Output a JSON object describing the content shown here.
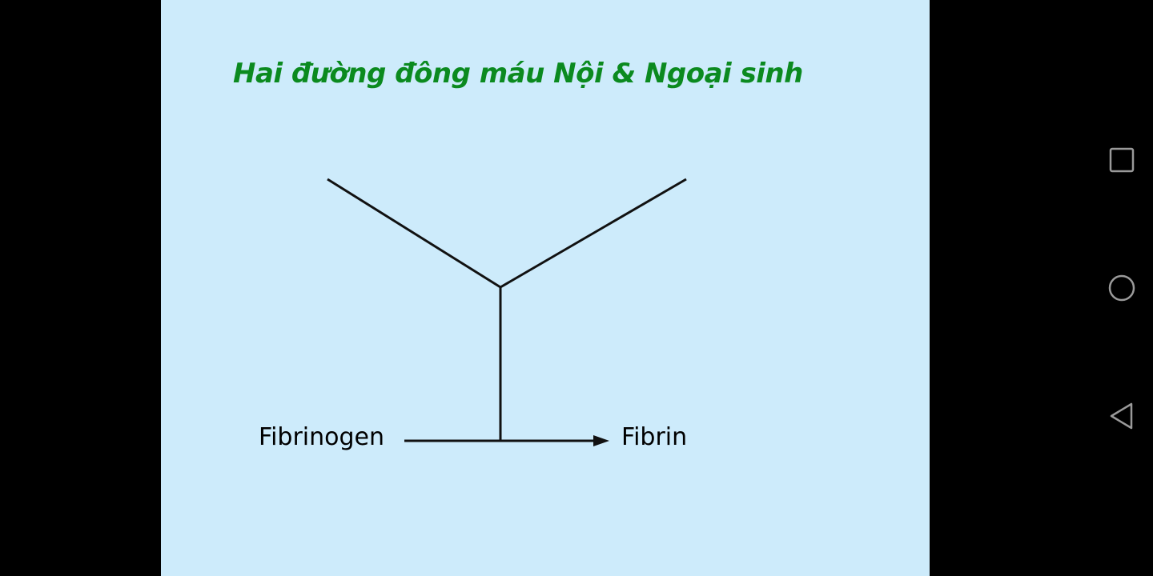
{
  "slide": {
    "title": "Hai đường đông máu Nội & Ngoại sinh",
    "background": "#cdebfb",
    "title_color": "#0b8a1f"
  },
  "diagram": {
    "substrate_label": "Fibrinogen",
    "product_label": "Fibrin"
  },
  "navigation": {
    "recents_icon": "square-icon",
    "home_icon": "circle-icon",
    "back_icon": "triangle-back-icon"
  }
}
